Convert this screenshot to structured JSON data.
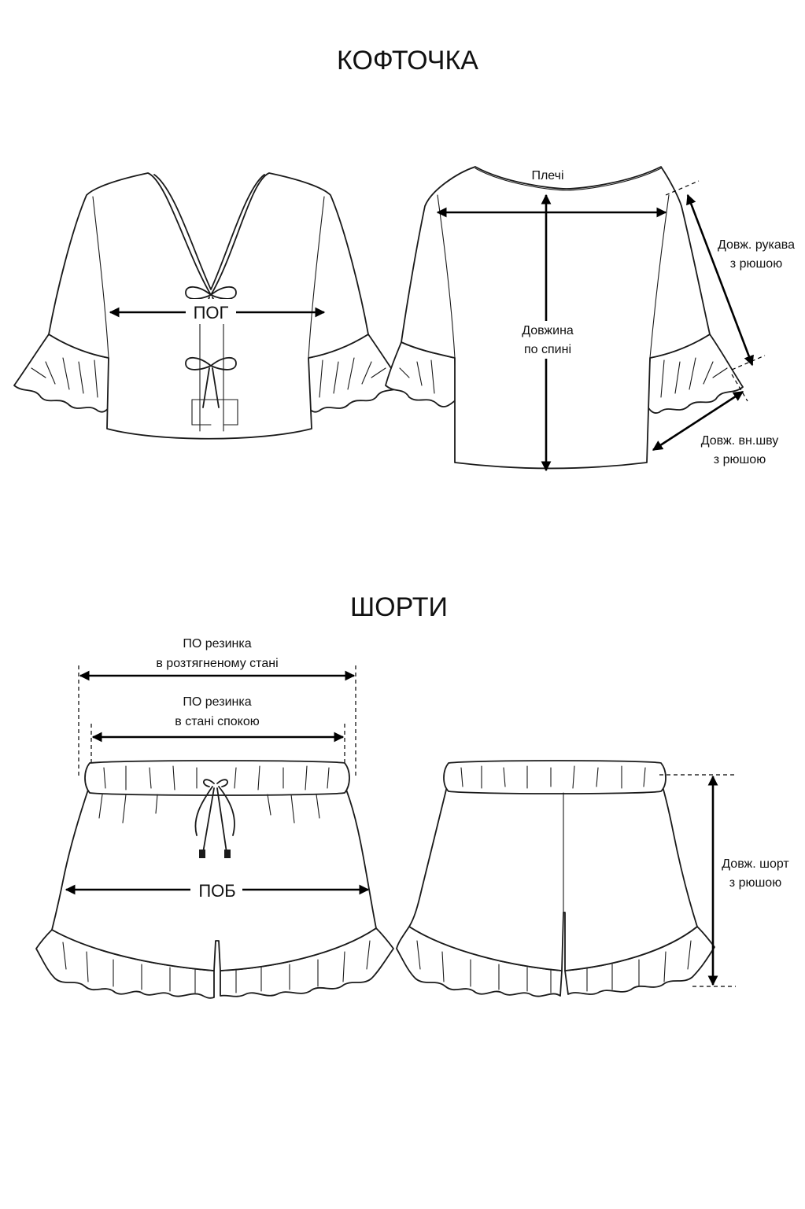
{
  "titles": {
    "top": "КОФТОЧКА",
    "shorts": "ШОРТИ"
  },
  "top_front": {
    "chest_label": "ПОГ"
  },
  "top_back": {
    "shoulders_label": "Плечі",
    "back_length_line1": "Довжина",
    "back_length_line2": "по спині",
    "sleeve_length_line1": "Довж. рукава",
    "sleeve_length_line2": "з рюшою",
    "inseam_line1": "Довж. вн.шву",
    "inseam_line2": "з рюшою"
  },
  "shorts_front": {
    "waist_stretched_line1": "ПО резинка",
    "waist_stretched_line2": "в розтягненому стані",
    "waist_relaxed_line1": "ПО резинка",
    "waist_relaxed_line2": "в стані спокою",
    "hip_label": "ПОБ"
  },
  "shorts_back": {
    "length_line1": "Довж. шорт",
    "length_line2": "з рюшою"
  }
}
